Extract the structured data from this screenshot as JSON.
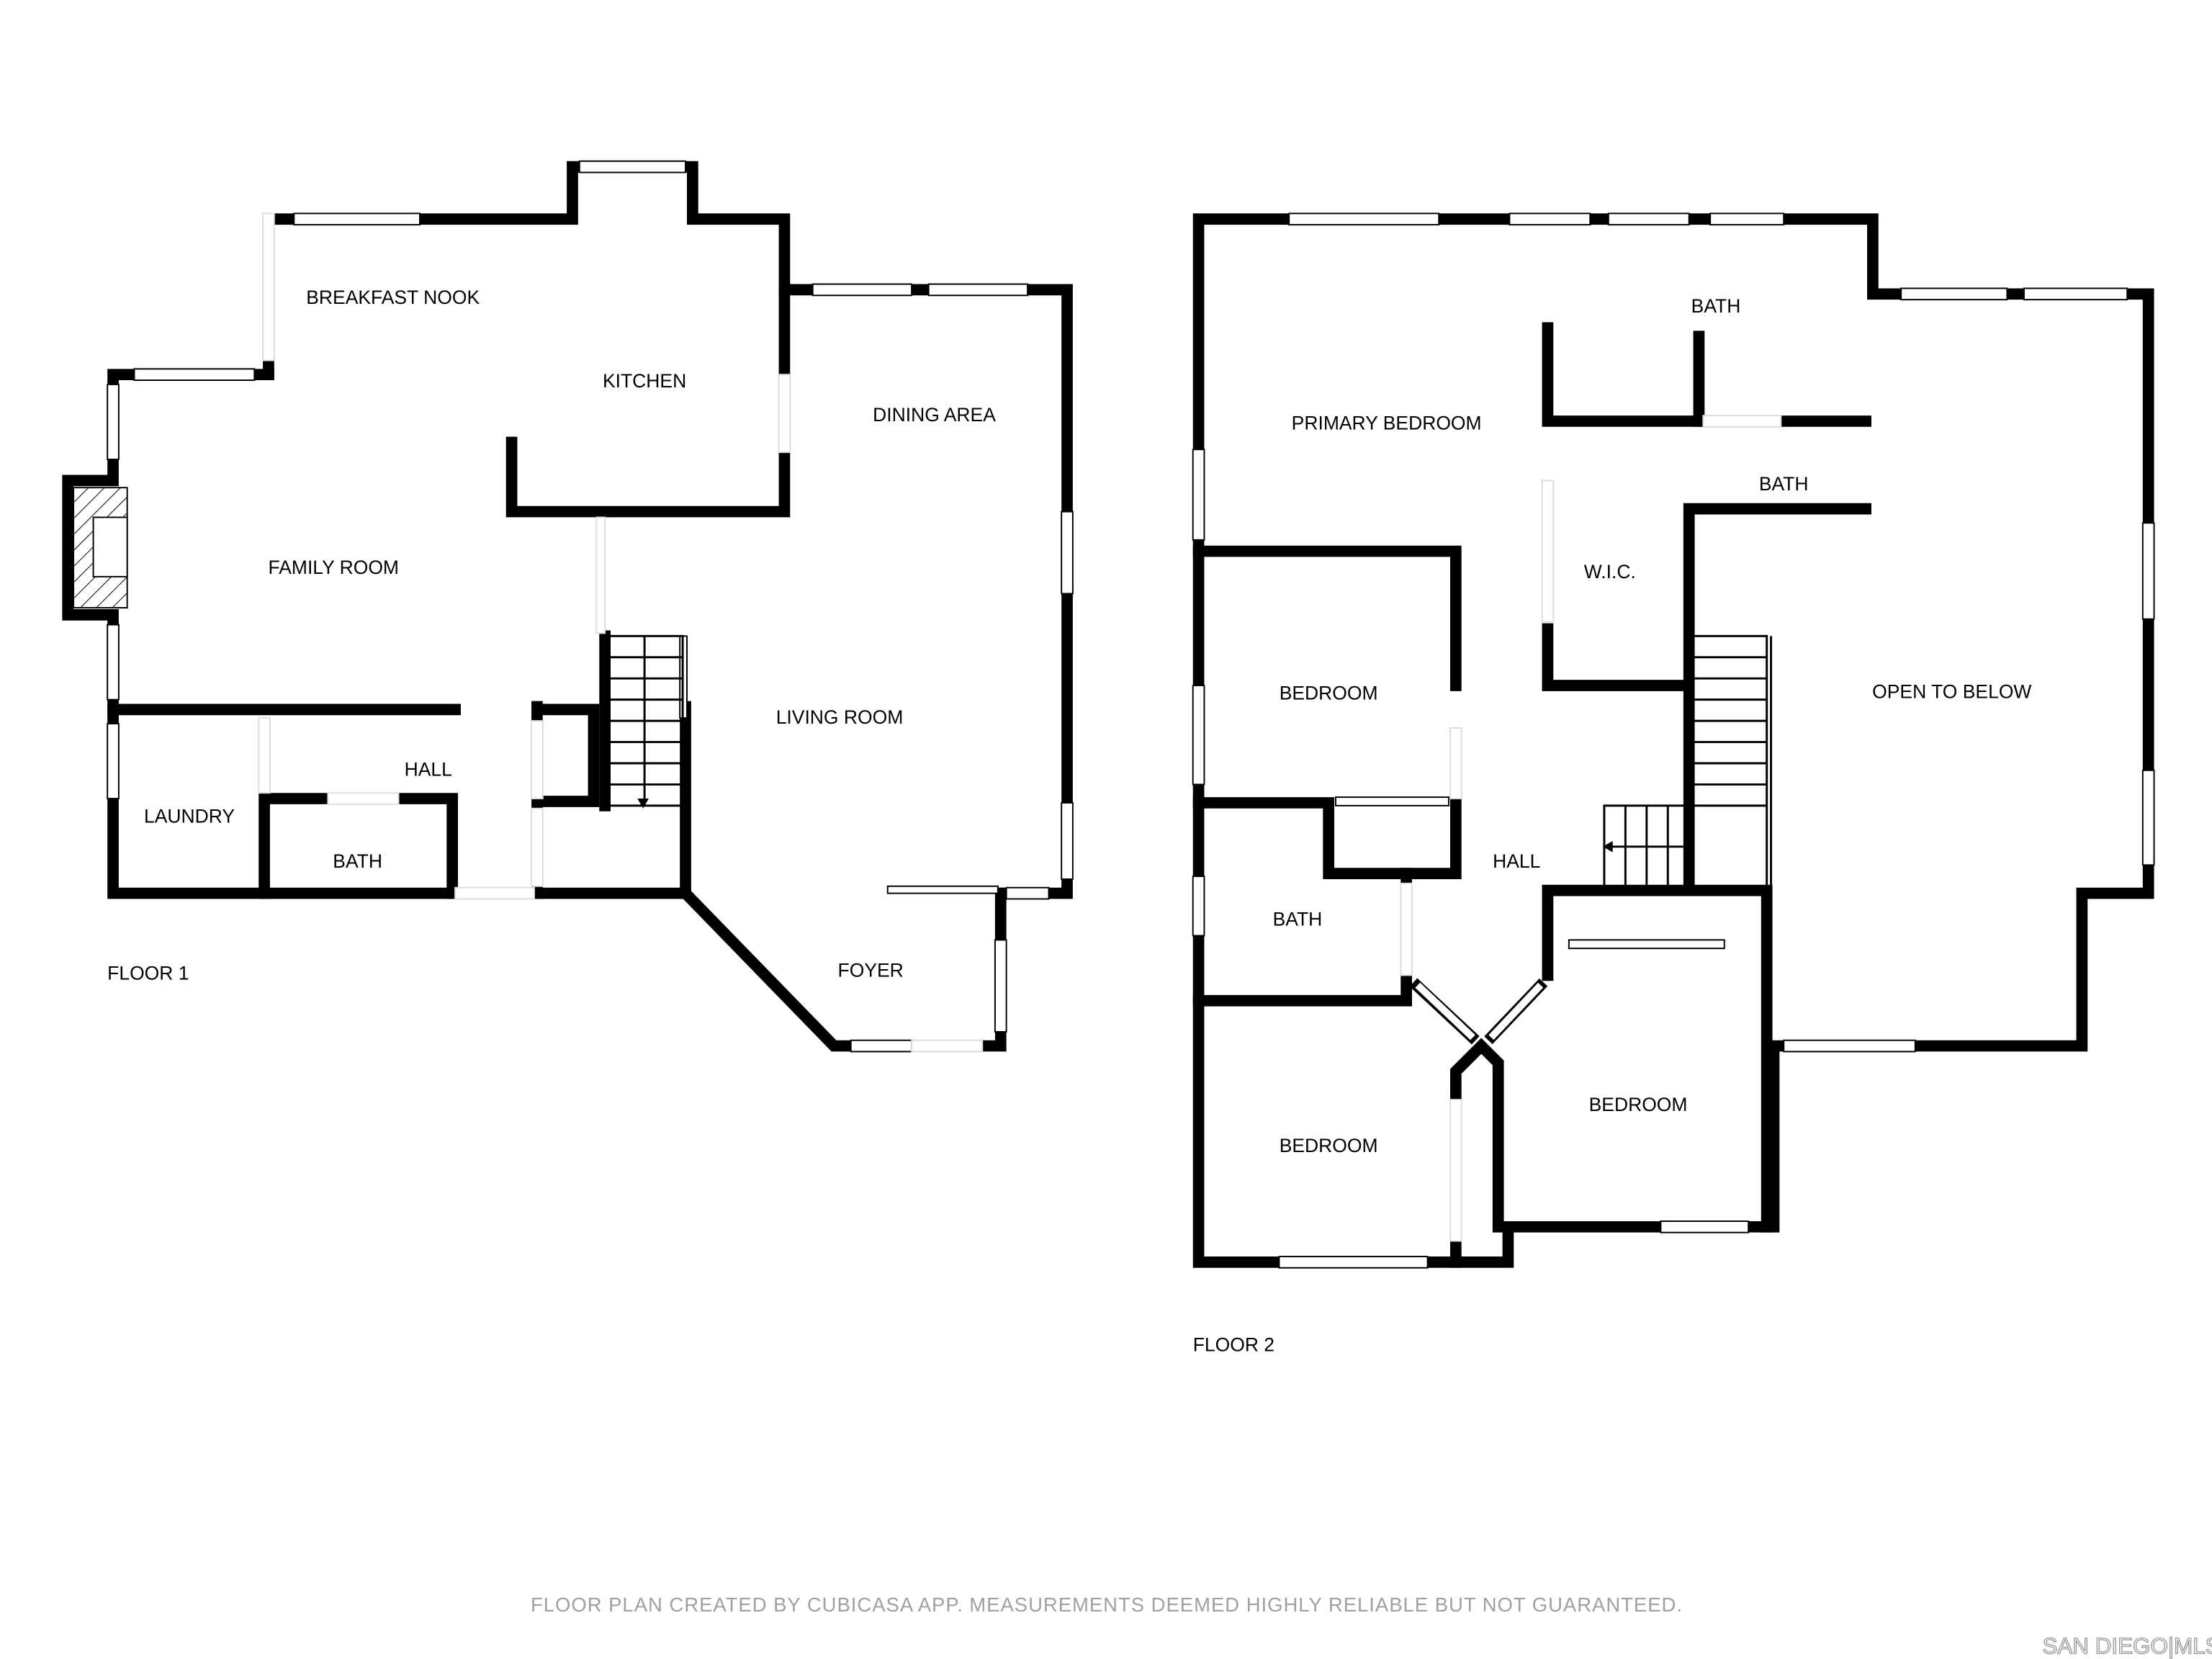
{
  "floor1": {
    "label": "FLOOR 1",
    "rooms": [
      "BREAKFAST NOOK",
      "KITCHEN",
      "DINING AREA",
      "FAMILY ROOM",
      "LIVING ROOM",
      "HALL",
      "LAUNDRY",
      "BATH",
      "FOYER"
    ]
  },
  "floor2": {
    "label": "FLOOR 2",
    "rooms": [
      "BATH",
      "PRIMARY BEDROOM",
      "BATH",
      "W.I.C.",
      "BEDROOM",
      "OPEN TO BELOW",
      "HALL",
      "BATH",
      "BEDROOM",
      "BEDROOM"
    ]
  },
  "footer": {
    "disclaimer": "FLOOR PLAN CREATED BY CUBICASA APP. MEASUREMENTS DEEMED HIGHLY RELIABLE BUT NOT GUARANTEED.",
    "watermark": "SAN DIEGO|MLS"
  }
}
